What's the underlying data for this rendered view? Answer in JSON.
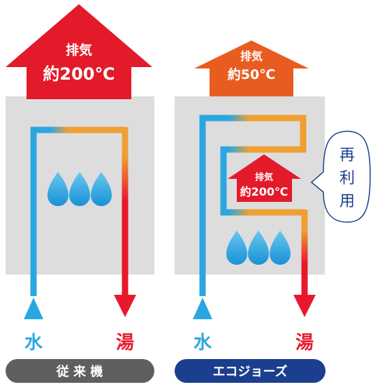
{
  "colors": {
    "water_blue": "#2aa7e0",
    "hot_red": "#e8192c",
    "hot_orange": "#f0a032",
    "exhaust_red": "#e21a2a",
    "exhaust_orange": "#e95c20",
    "unit_gray": "#dddddd",
    "legacy_label_bg": "#5f5f5f",
    "eco_label_bg": "#1b3f8e",
    "reuse_text": "#1f3f8f"
  },
  "icons": [
    "water-drop-icon",
    "exhaust-arrow-icon",
    "flow-arrow-icon"
  ],
  "conventional": {
    "exhaust_label": "排気",
    "exhaust_temp": "約200℃",
    "water_label": "水",
    "hot_water_label": "湯",
    "name": "従 来 機"
  },
  "eco": {
    "exhaust_label": "排気",
    "exhaust_temp": "約50℃",
    "inner_exhaust_label": "排気",
    "inner_exhaust_temp": "約200℃",
    "reuse_label": [
      "再",
      "利",
      "用"
    ],
    "water_label": "水",
    "hot_water_label": "湯",
    "name": "エコジョーズ"
  }
}
